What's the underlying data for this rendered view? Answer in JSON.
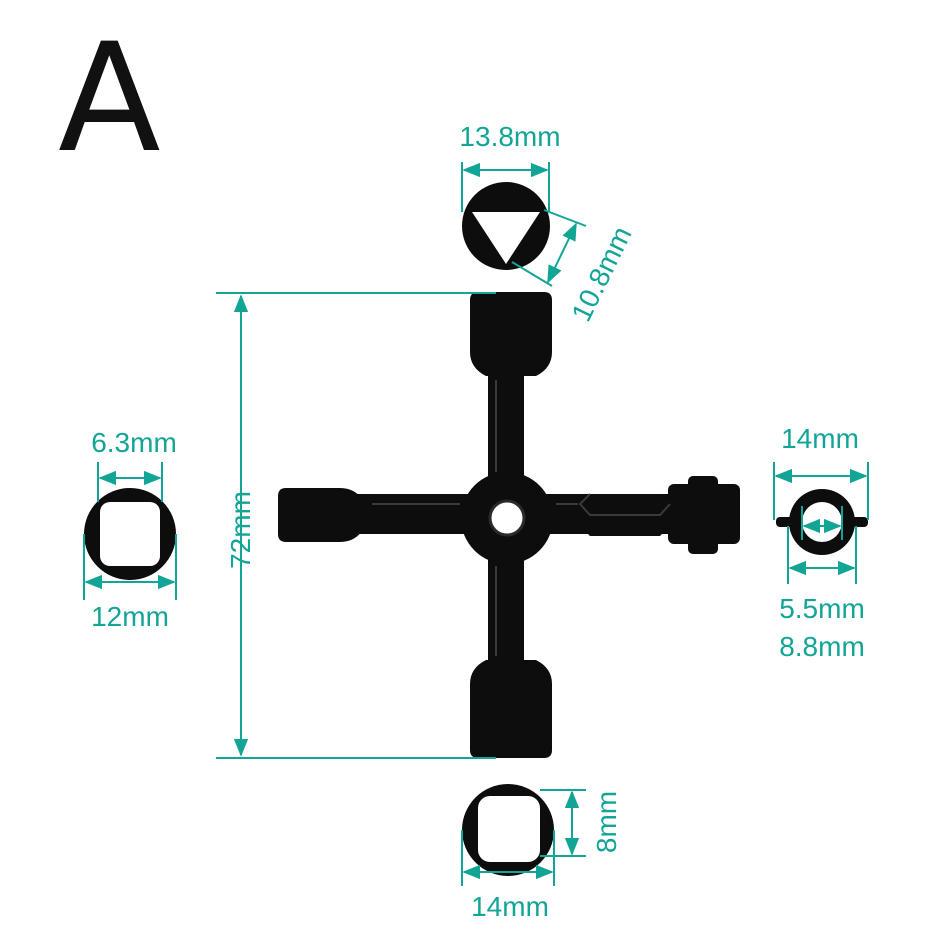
{
  "variant_label": "A",
  "accent_color": "#12a596",
  "tool_color": "#0d0d0d",
  "tool_name": "four-way-cross-key",
  "dimensions": {
    "triangle_width": "13.8mm",
    "triangle_inner": "10.8mm",
    "overall_height": "72mm",
    "square_small_inner": "6.3mm",
    "square_small_outer": "12mm",
    "double_bit_outer": "14mm",
    "double_bit_inner": "5.5mm",
    "double_bit_bar": "8.8mm",
    "square_large_inner": "8mm",
    "square_large_outer": "14mm"
  }
}
